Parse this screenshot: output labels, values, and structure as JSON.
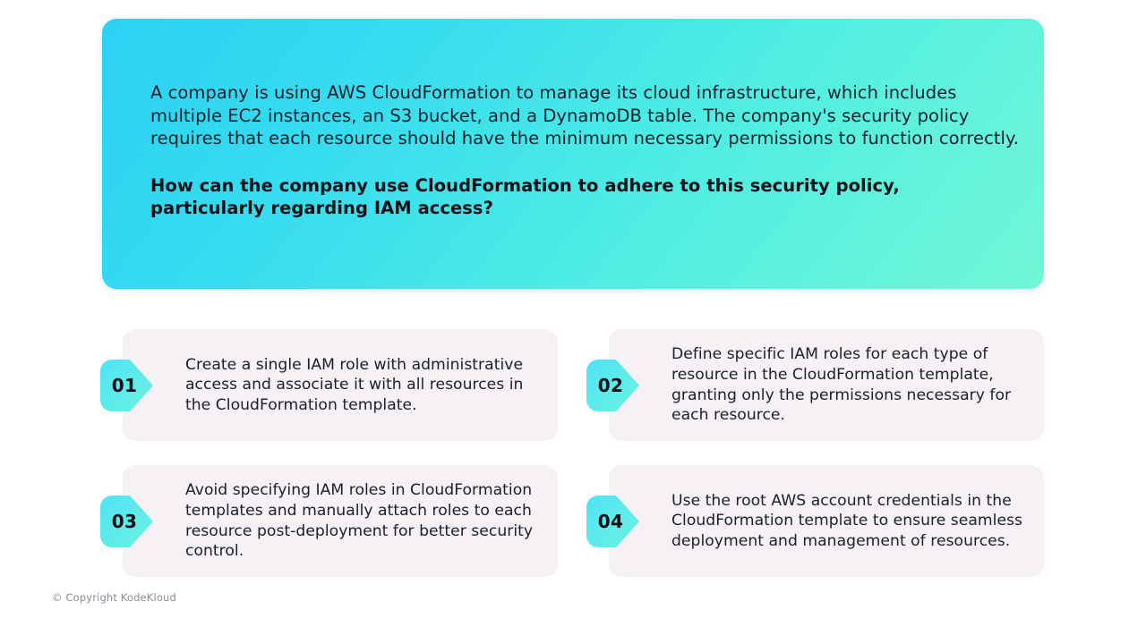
{
  "slide": {
    "banner": {
      "intro": "A company is using AWS CloudFormation to manage its cloud infrastructure, which includes multiple EC2 instances, an S3 bucket, and a DynamoDB table. The company's security policy requires that each resource should have the minimum necessary permissions to function correctly.",
      "prompt": "How can the company use CloudFormation to adhere to this security policy, particularly regarding IAM access?",
      "gradient_from": "#2BD2F2",
      "gradient_to": "#72F7D6"
    },
    "options": [
      {
        "number": "01",
        "text": "Create a single IAM role with administrative access and associate it with all resources in the CloudFormation template."
      },
      {
        "number": "02",
        "text": "Define specific IAM roles for each type of resource in the CloudFormation template, granting only the permissions necessary for each resource."
      },
      {
        "number": "03",
        "text": "Avoid specifying IAM roles in CloudFormation templates and manually attach roles to each resource post-deployment for better security control."
      },
      {
        "number": "04",
        "text": "Use the root AWS account credentials in the CloudFormation template to ensure seamless deployment and management of resources."
      }
    ],
    "footer": {
      "copyright": "© Copyright KodeKloud"
    },
    "colors": {
      "card_background": "#F5F1F5",
      "badge_from": "#4FE3F5",
      "badge_to": "#6CF2DF",
      "text": "#1b2029",
      "footer_text": "#8b8b93"
    }
  }
}
